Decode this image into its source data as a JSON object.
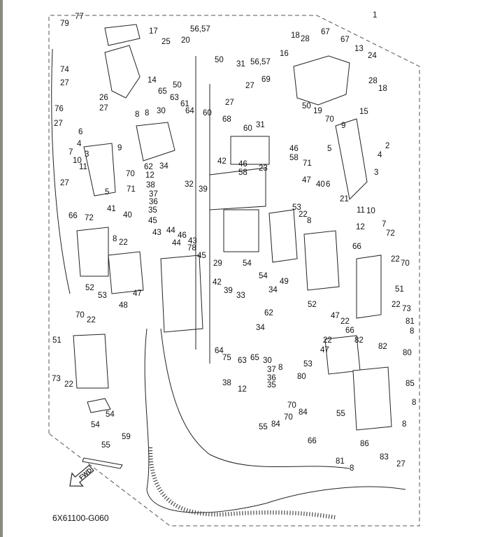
{
  "diagram": {
    "drawing_code": "6X61100-G060",
    "direction_marker": "FWD",
    "labels": [
      "1",
      "79",
      "77",
      "17",
      "56,57",
      "20",
      "25",
      "18",
      "28",
      "67",
      "67",
      "16",
      "13",
      "24",
      "56,57",
      "50",
      "31",
      "74",
      "14",
      "27",
      "26",
      "27",
      "69",
      "28",
      "18",
      "50",
      "65",
      "63",
      "30",
      "61",
      "27",
      "27",
      "60",
      "50",
      "19",
      "15",
      "76",
      "27",
      "64",
      "8",
      "8",
      "68",
      "60",
      "31",
      "70",
      "9",
      "6",
      "4",
      "2",
      "4",
      "46",
      "58",
      "23",
      "5",
      "71",
      "3",
      "7",
      "3",
      "9",
      "10",
      "11",
      "70",
      "62",
      "34",
      "12",
      "42",
      "46",
      "58",
      "38",
      "32",
      "39",
      "47",
      "40",
      "6",
      "27",
      "5",
      "71",
      "37",
      "36",
      "35",
      "41",
      "40",
      "11",
      "10",
      "7",
      "21",
      "53",
      "22",
      "8",
      "12",
      "72",
      "66",
      "72",
      "45",
      "8",
      "22",
      "43",
      "44",
      "46",
      "43",
      "44",
      "78",
      "45",
      "66",
      "22",
      "70",
      "29",
      "54",
      "54",
      "49",
      "52",
      "53",
      "47",
      "48",
      "42",
      "39",
      "33",
      "34",
      "51",
      "52",
      "62",
      "22",
      "73",
      "70",
      "22",
      "34",
      "47",
      "22",
      "81",
      "66",
      "8",
      "51",
      "47",
      "22",
      "82",
      "82",
      "80",
      "64",
      "75",
      "63",
      "65",
      "30",
      "8",
      "37",
      "36",
      "35",
      "12",
      "38",
      "53",
      "73",
      "22",
      "80",
      "85",
      "70",
      "84",
      "54",
      "70",
      "84",
      "55",
      "8",
      "8",
      "55",
      "54",
      "86",
      "55",
      "59",
      "66",
      "81",
      "83",
      "27",
      "8"
    ]
  }
}
